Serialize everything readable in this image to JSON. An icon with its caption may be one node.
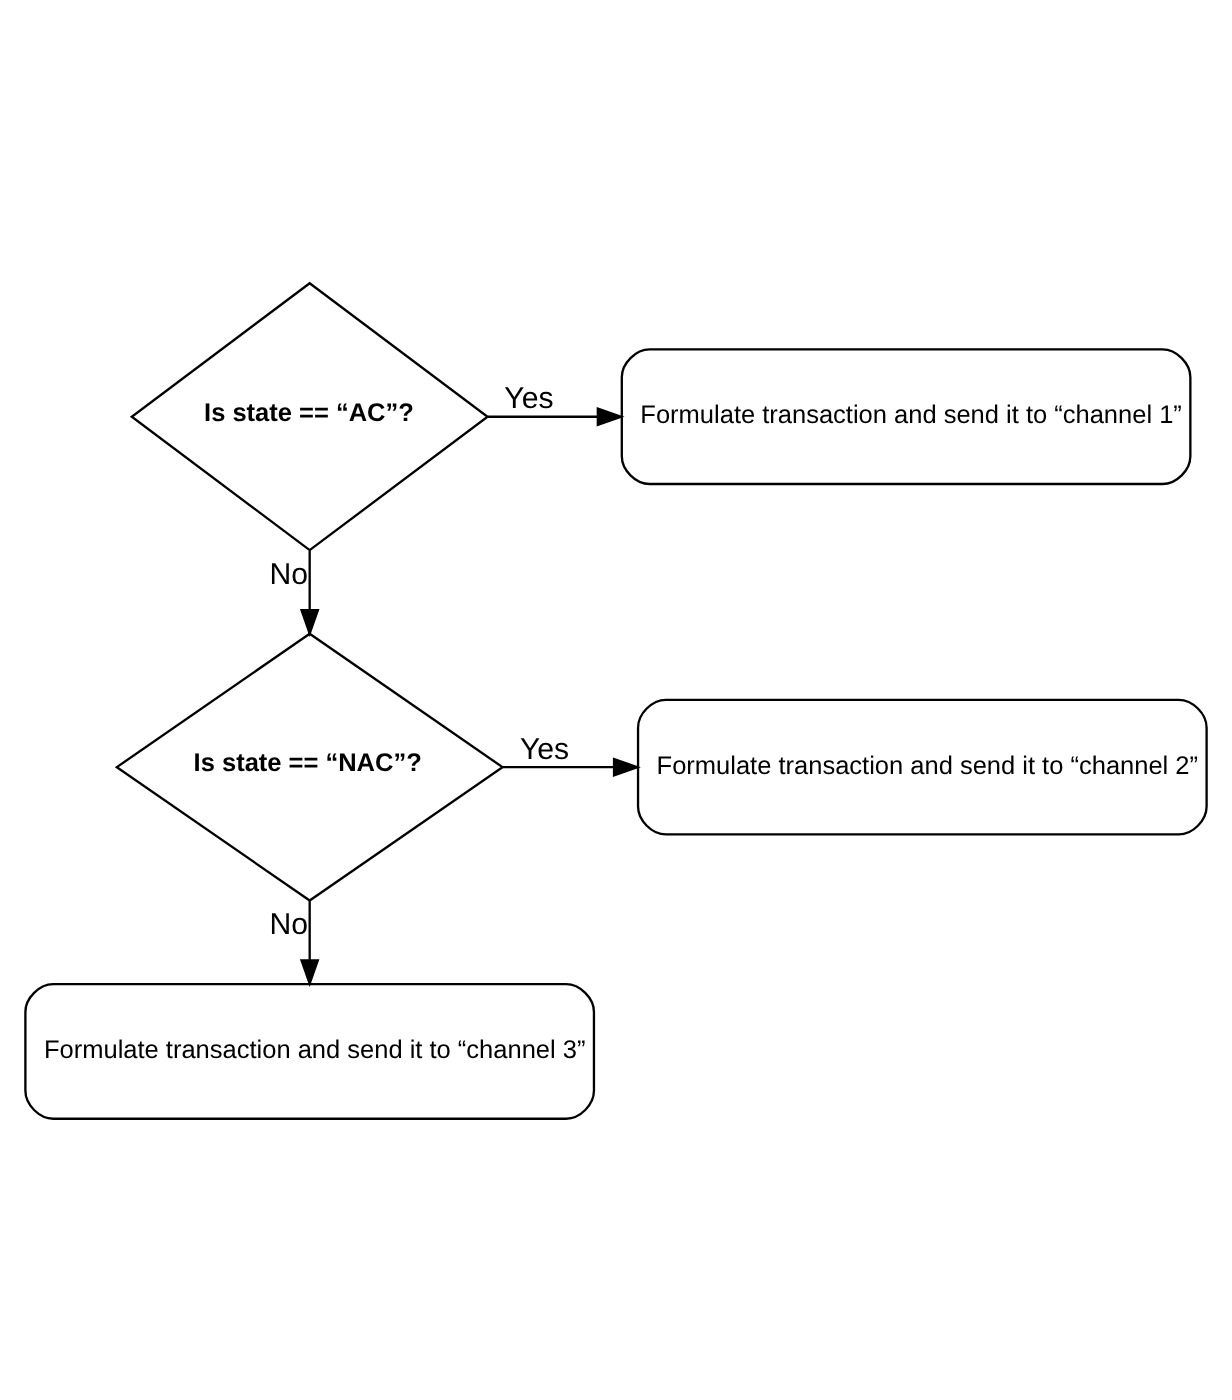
{
  "diagram": {
    "nodes": [
      {
        "text": [
          "Is state == “AC”?"
        ]
      },
      {
        "text": [
          "Formulate transaction and send it to “channel 1”"
        ]
      },
      {
        "text": [
          "Is state == “NAC”?"
        ]
      },
      {
        "text": [
          "Formulate transaction and send it to “channel 2”"
        ]
      },
      {
        "text": [
          "Formulate transaction and send it to “channel 3”"
        ]
      }
    ],
    "edges": [
      {
        "from": 0,
        "to": 1,
        "arrow": "to",
        "label": "Yes"
      },
      {
        "from": 0,
        "to": 2,
        "arrow": "to",
        "label": "No"
      },
      {
        "from": 2,
        "to": 3,
        "arrow": "to",
        "label": "Yes"
      },
      {
        "from": 2,
        "to": 4,
        "arrow": "to",
        "label": "No"
      }
    ]
  }
}
